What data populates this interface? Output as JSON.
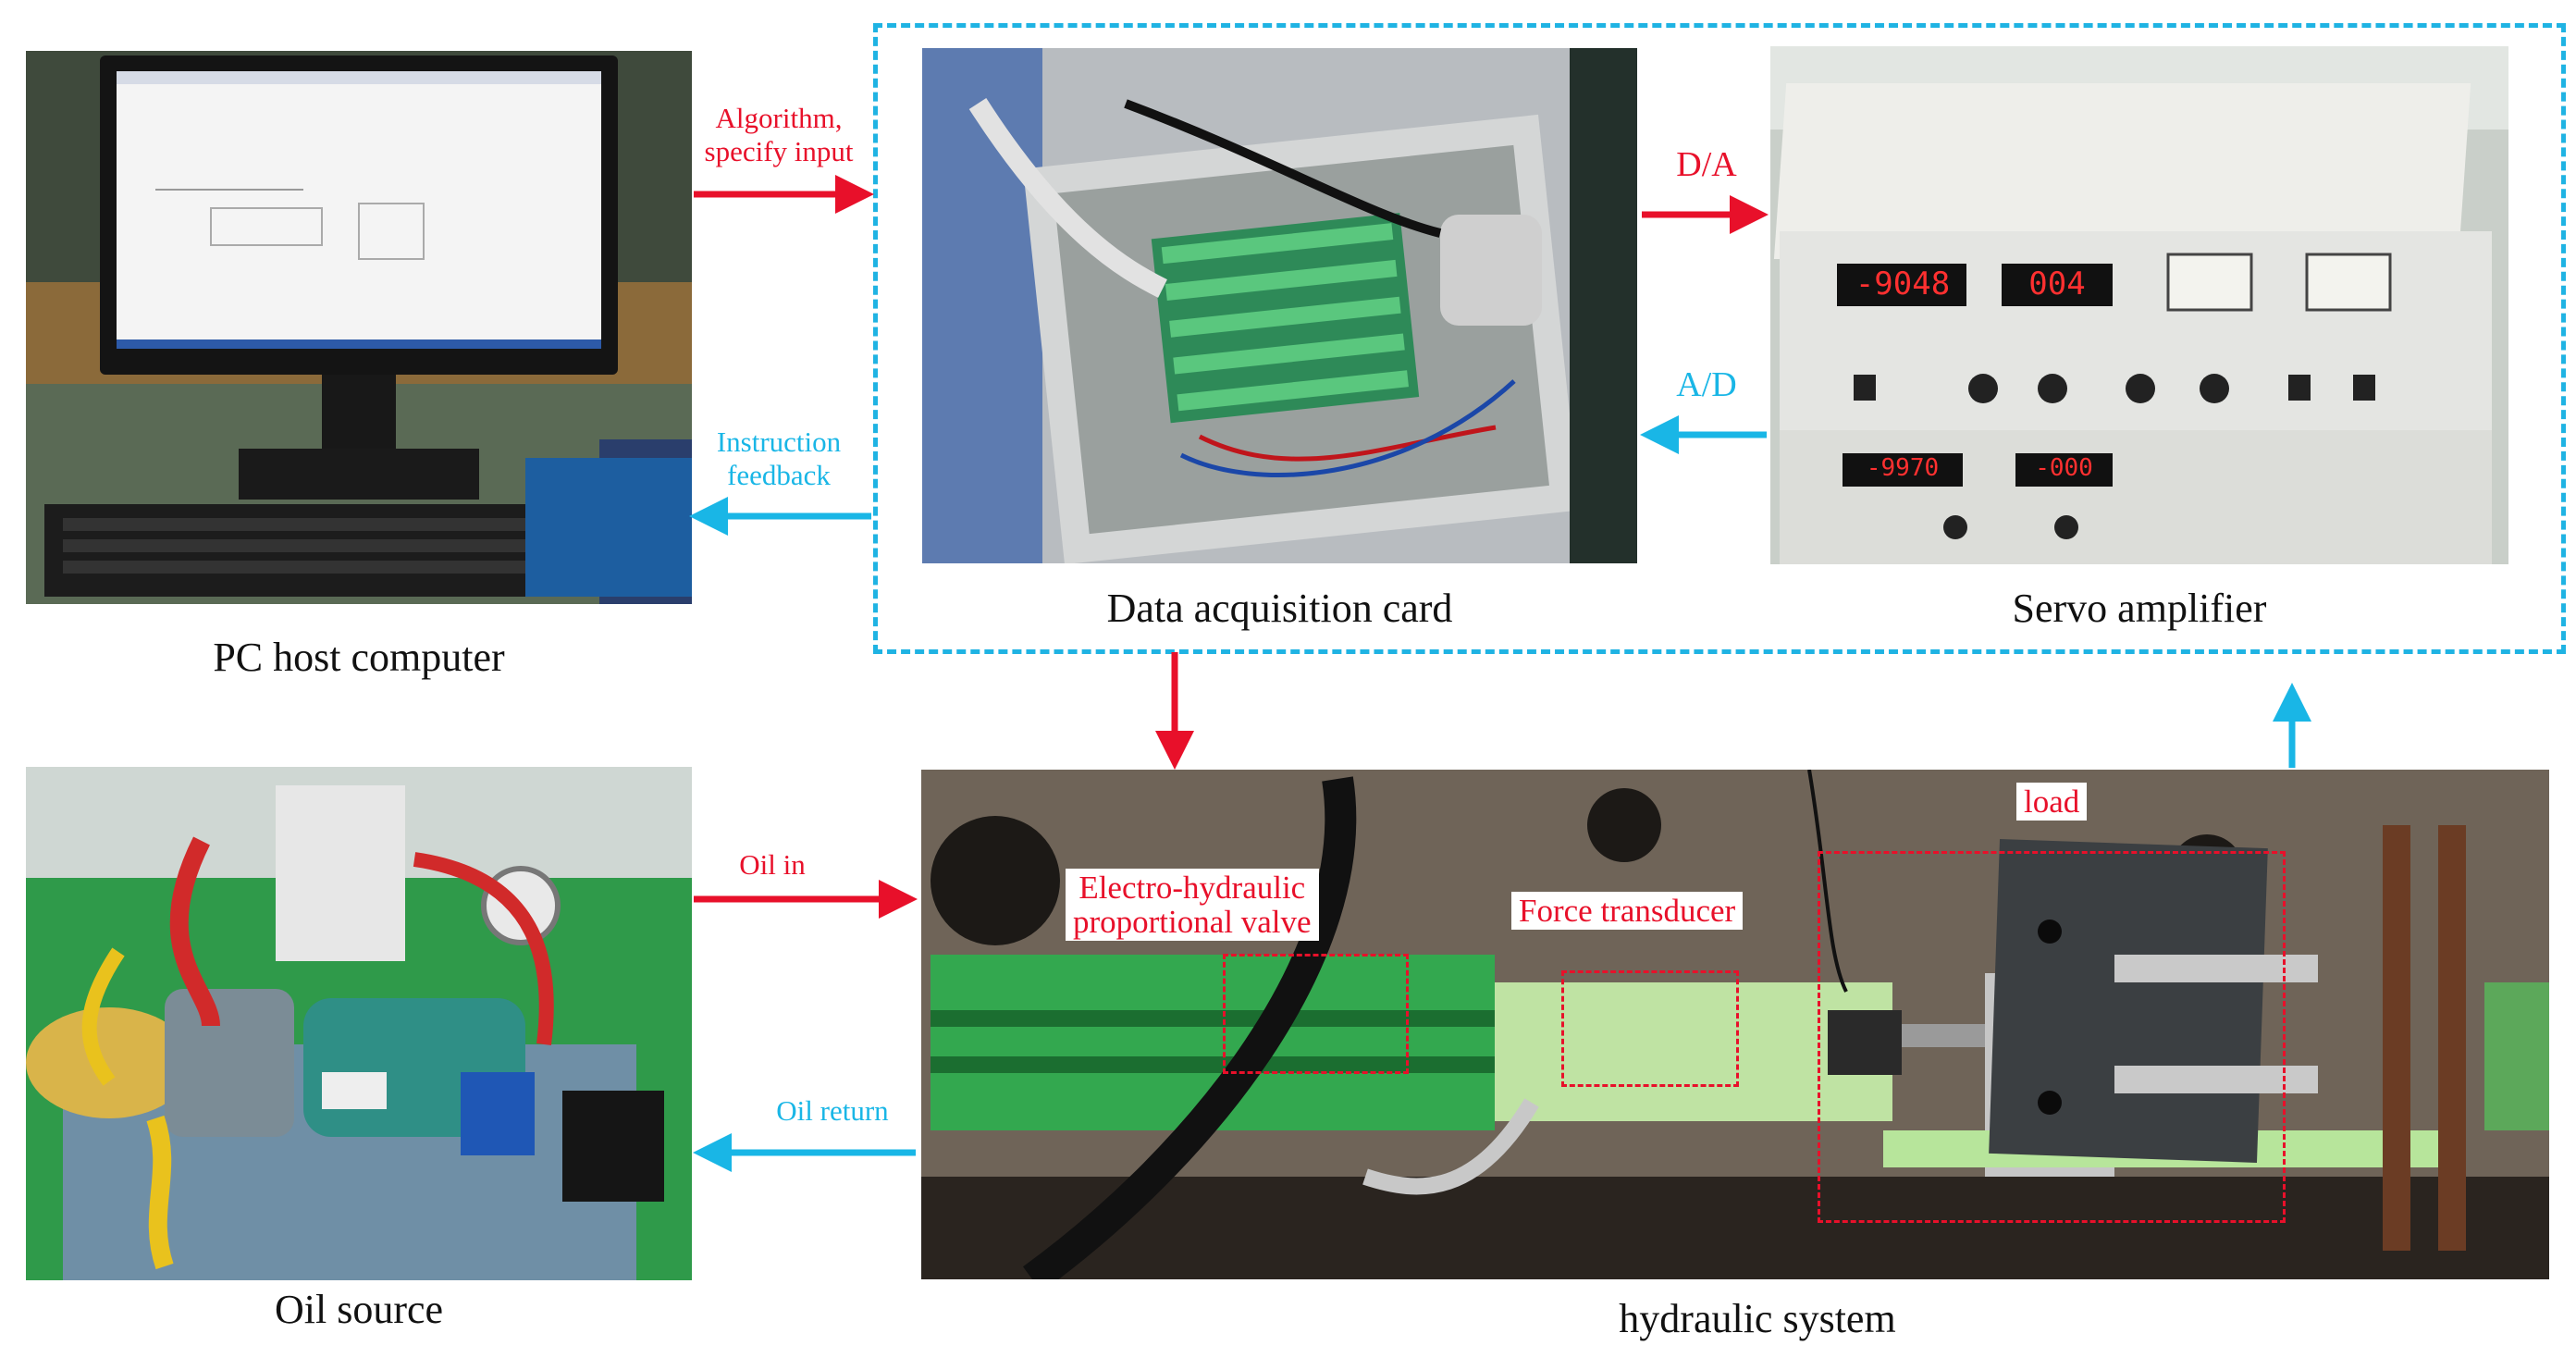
{
  "captions": {
    "pc": "PC host computer",
    "daq": "Data acquisition card",
    "servo": "Servo amplifier",
    "oil_source": "Oil source",
    "hydraulic": "hydraulic system"
  },
  "arrow_labels": {
    "algorithm": "Algorithm,\nspecify input",
    "instruction": "Instruction\nfeedback",
    "da": "D/A",
    "ad": "A/D",
    "oil_in": "Oil in",
    "oil_return": "Oil return"
  },
  "callouts": {
    "valve": "Electro-hydraulic\nproportional valve",
    "force": "Force transducer",
    "load": "load"
  },
  "servo_displays": [
    "-9048",
    "004",
    "-9970",
    "-000"
  ],
  "colors": {
    "forward_arrow": "#e8102a",
    "feedback_arrow": "#19b6e6",
    "group_border": "#1fb3e3"
  }
}
